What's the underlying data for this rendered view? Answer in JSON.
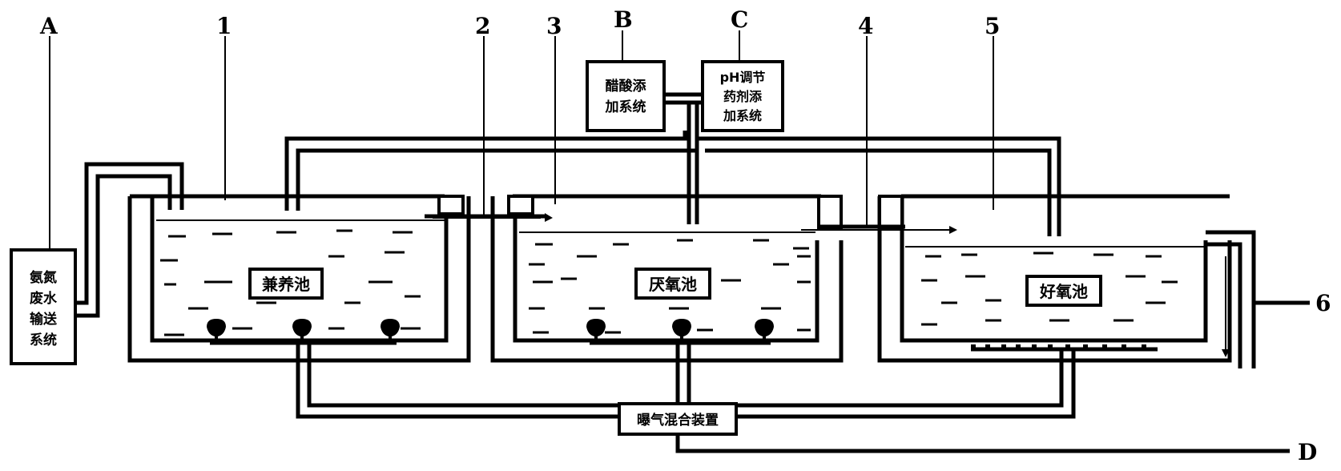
{
  "diagram": {
    "callouts": [
      "A",
      "1",
      "2",
      "3",
      "B",
      "C",
      "4",
      "5",
      "6",
      "D"
    ],
    "boxes": {
      "transport": [
        "氨氮",
        "废水",
        "输送",
        "系统"
      ],
      "pool1": "兼养池",
      "pool2": "厌氧池",
      "pool3": "好氧池",
      "additive_b": [
        "醋酸添",
        "加系统"
      ],
      "additive_c": [
        "pH调节",
        "药剂添",
        "加系统"
      ],
      "aeration": "曝气混合装置"
    }
  }
}
